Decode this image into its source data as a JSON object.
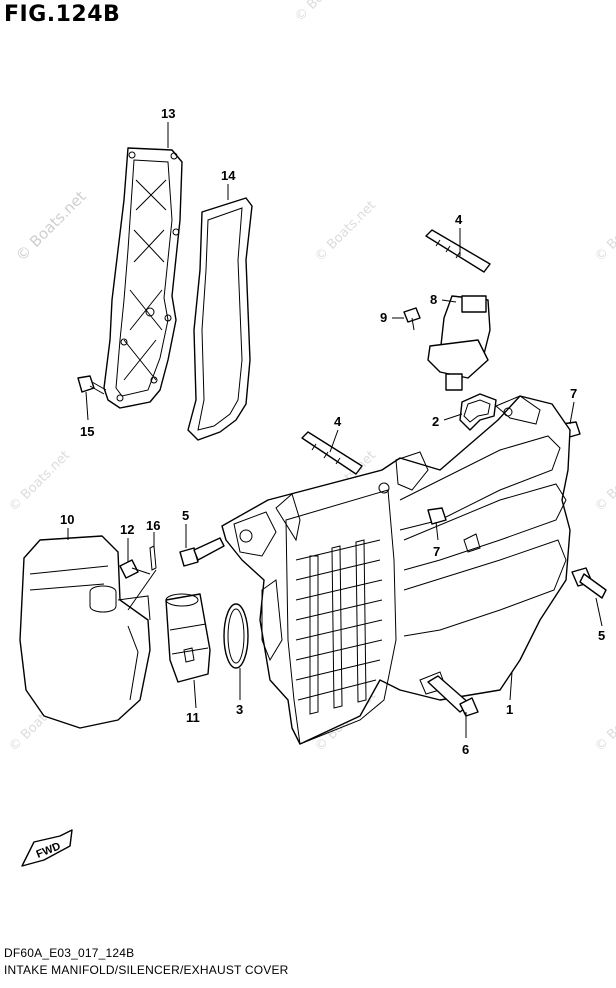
{
  "figure": {
    "title": "FIG.124B",
    "code": "DF60A_E03_017_124B",
    "caption": "INTAKE MANIFOLD/SILENCER/EXHAUST COVER"
  },
  "watermark": {
    "main": "© Boats.net",
    "repeat": "© Boats.net"
  },
  "fwd_label": "FWD",
  "callouts": {
    "p1": "1",
    "p2": "2",
    "p3": "3",
    "p4a": "4",
    "p4b": "4",
    "p5a": "5",
    "p5b": "5",
    "p6": "6",
    "p7a": "7",
    "p7b": "7",
    "p8": "8",
    "p9": "9",
    "p10": "10",
    "p11": "11",
    "p12": "12",
    "p13": "13",
    "p14": "14",
    "p15": "15",
    "p16": "16"
  }
}
